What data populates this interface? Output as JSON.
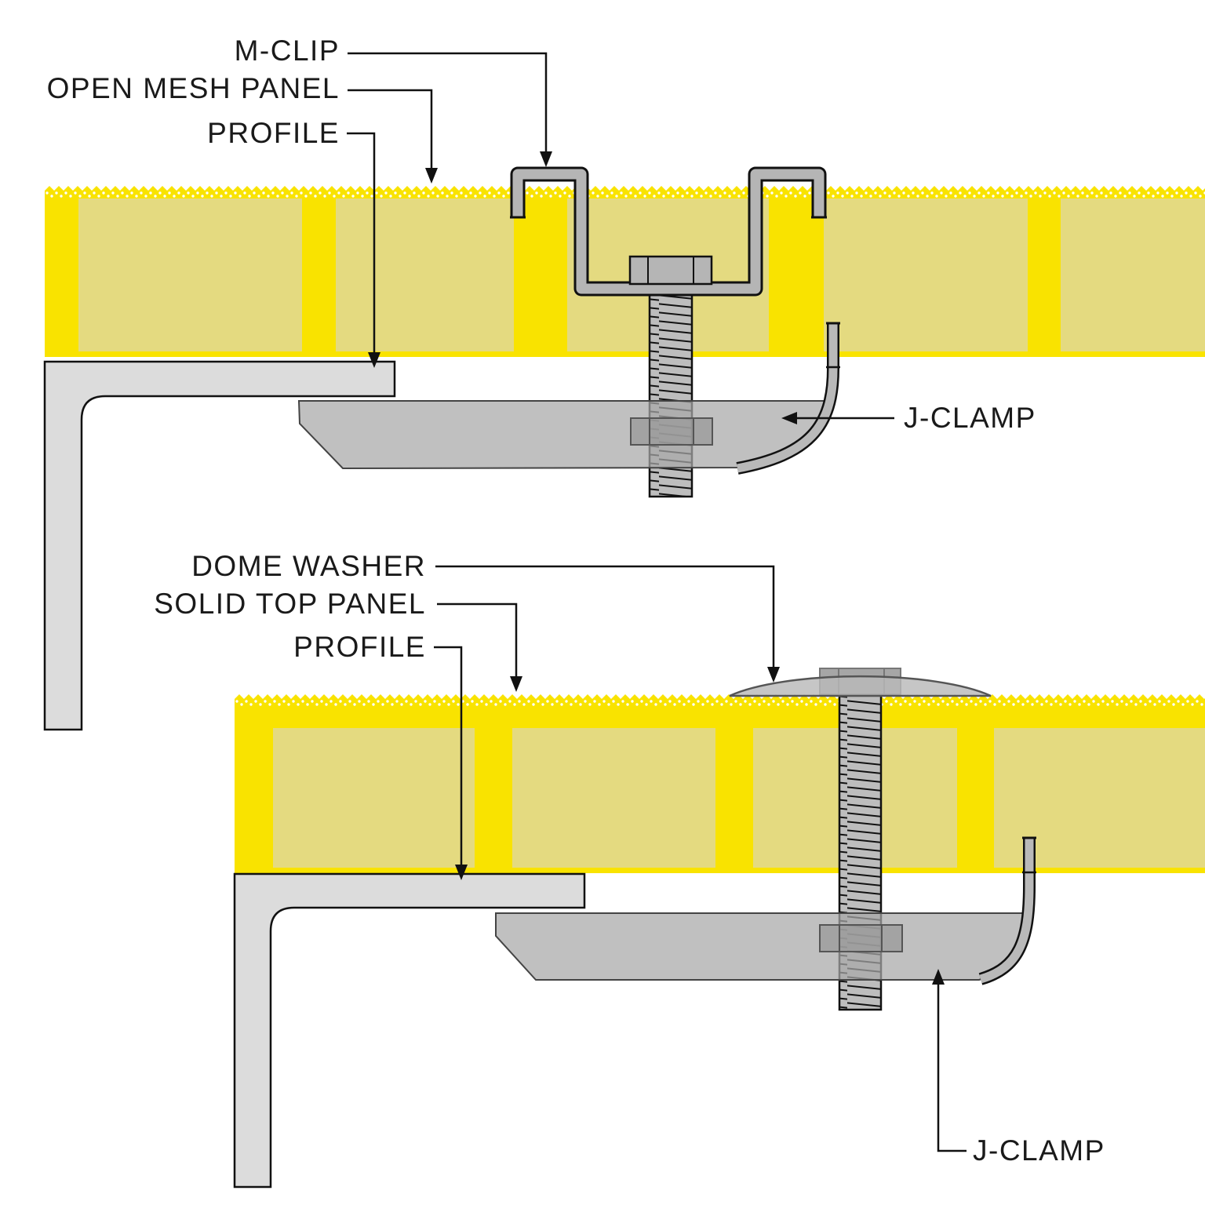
{
  "page": {
    "background": "#FFFFFF",
    "description": "Technical fixing detail diagram for grating panels"
  },
  "top_detail": {
    "labels": {
      "m_clip": "M-CLIP",
      "open_mesh_panel": "OPEN MESH PANEL",
      "profile": "PROFILE",
      "j_clamp": "J-CLAMP"
    }
  },
  "bottom_detail": {
    "labels": {
      "dome_washer": "DOME WASHER",
      "solid_top_panel": "SOLID TOP PANEL",
      "profile": "PROFILE",
      "j_clamp": "J-CLAMP"
    }
  },
  "colors": {
    "panel_yellow": "#F9E300",
    "panel_bar_olive": "#E4DA80",
    "grit_dot_white": "#FFFFFF",
    "profile_gray": "#DCDCDC",
    "clip_gray": "#B5B5B5",
    "rod_gray": "#BDBDBD",
    "clamp_plate_gray": "#A8A8A8",
    "washer_gray": "#BABABA",
    "outline_black": "#111111",
    "label_text": "#1A1A1A"
  }
}
